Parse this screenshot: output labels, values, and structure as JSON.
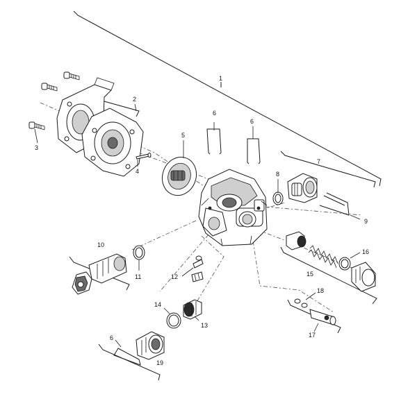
{
  "callouts": {
    "c1": "1",
    "c2": "2",
    "c3": "3",
    "c4": "4",
    "c5": "5",
    "c6a": "6",
    "c6b": "6",
    "c6c": "6",
    "c7": "7",
    "c8": "8",
    "c9": "9",
    "c10": "10",
    "c11": "11",
    "c12": "12",
    "c13": "13",
    "c14": "14",
    "c15": "15",
    "c16": "16",
    "c17": "17",
    "c18": "18",
    "c19": "19"
  }
}
